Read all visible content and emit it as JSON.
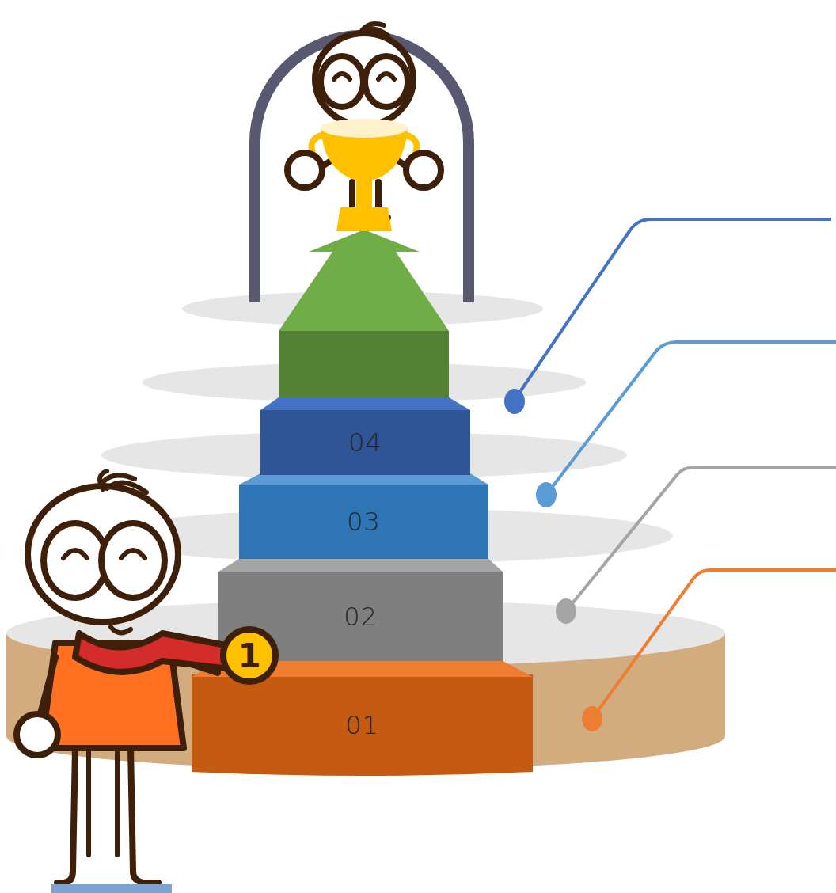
{
  "diagram": {
    "nodes": [
      {
        "text": [
          "01"
        ]
      },
      {
        "text": [
          "02"
        ]
      },
      {
        "text": [
          "03"
        ]
      },
      {
        "text": [
          "04"
        ]
      }
    ],
    "labels": [
      "1"
    ]
  }
}
